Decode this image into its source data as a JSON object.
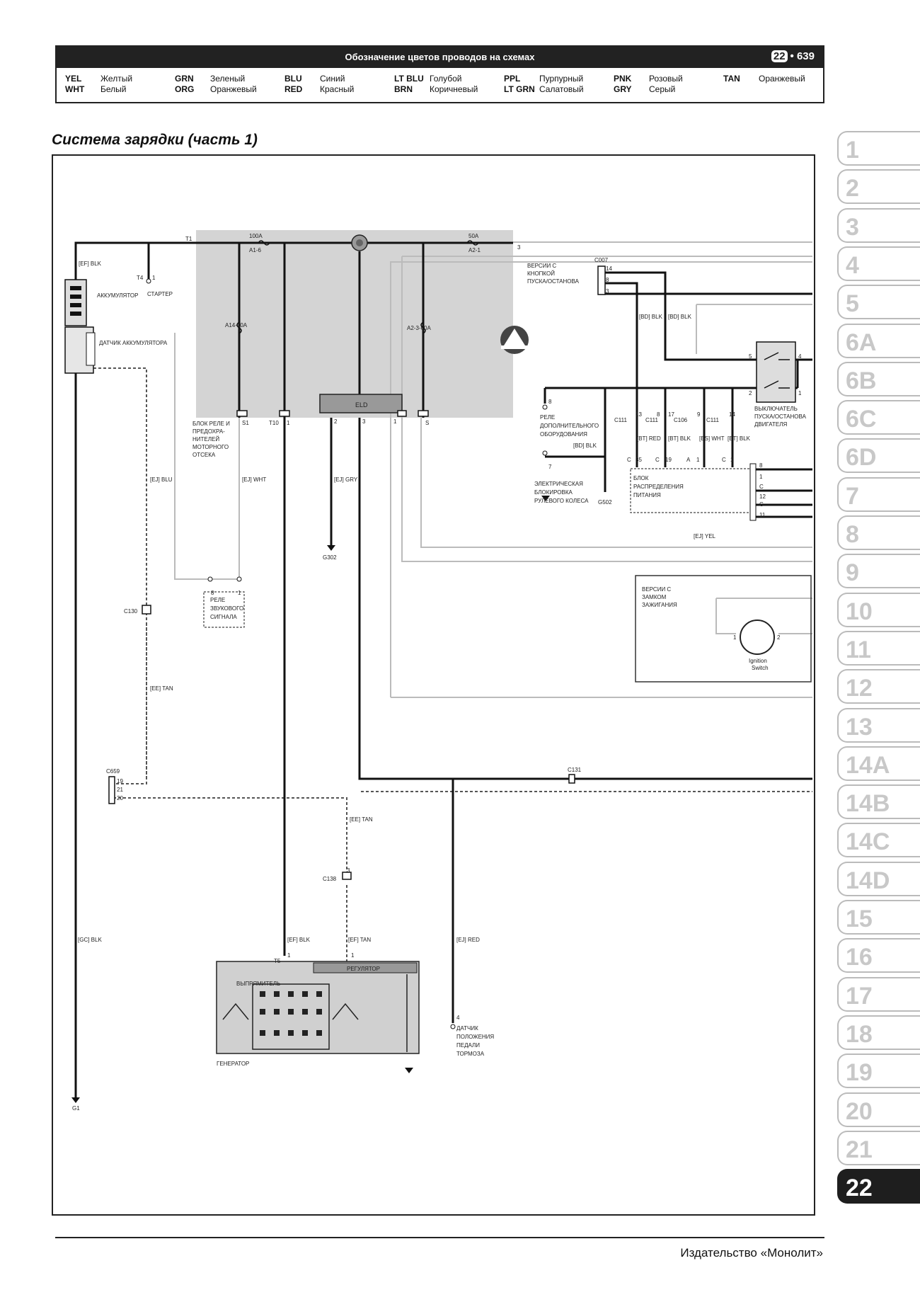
{
  "header": {
    "title": "Обозначение цветов проводов на схемах",
    "chapter": "22",
    "page": "639",
    "legend": [
      {
        "code": "YEL",
        "name": "Желтый"
      },
      {
        "code": "WHT",
        "name": "Белый"
      },
      {
        "code": "GRN",
        "name": "Зеленый"
      },
      {
        "code": "ORG",
        "name": "Оранжевый"
      },
      {
        "code": "BLU",
        "name": "Синий"
      },
      {
        "code": "RED",
        "name": "Красный"
      },
      {
        "code": "LT BLU",
        "name": "Голубой"
      },
      {
        "code": "BRN",
        "name": "Коричневый"
      },
      {
        "code": "PPL",
        "name": "Пурпурный"
      },
      {
        "code": "LT GRN",
        "name": "Салатовый"
      },
      {
        "code": "PNK",
        "name": "Розовый"
      },
      {
        "code": "GRY",
        "name": "Серый"
      },
      {
        "code": "TAN",
        "name": "Оранжевый"
      }
    ]
  },
  "section_title": "Система зарядки (часть 1)",
  "diagram": {
    "fuse_100": "100A",
    "fuse_100_id": "A1-6",
    "fuse_50": "50A",
    "fuse_50_id": "A2-1",
    "fuse_10": "A14-10A",
    "fuse_60": "A2-3-60A",
    "t1": "T1",
    "t1b": "3",
    "battery": "АККУМУЛЯТОР",
    "battery_sensor": "ДАТЧИК АККУМУЛЯТОРА",
    "batt_wire": "[EF] BLK",
    "starter_pin": "T4",
    "starter_pin2": "1",
    "starter": "СТАРТЕР",
    "relay_box": [
      "БЛОК РЕЛЕ И",
      "ПРЕДОХРА-",
      "НИТЕЛЕЙ",
      "МОТОРНОГО",
      "ОТСЕКА"
    ],
    "pin_s1": "S1",
    "pin_t10": "T10",
    "pin_t10b": "1",
    "pin_s": "S",
    "eld": "ELD",
    "eld_pins": [
      "2",
      "3",
      "1"
    ],
    "w_blu": "[EJ] BLU",
    "w_wht": "[EJ] WHT",
    "w_gry": "[EJ] GRY",
    "g302": "G302",
    "horn_relay": [
      "РЕЛЕ",
      "ЗВУКОВОГО",
      "СИГНАЛА"
    ],
    "horn_pins": [
      "8",
      "1"
    ],
    "c130": "C130",
    "w_tan1": "[EE] TAN",
    "c659": "C659",
    "c659_pins": [
      "19",
      "21",
      "20"
    ],
    "c138": "C138",
    "c138_pin": "3",
    "w_tan2": "[EE] TAN",
    "w_gc": "[GC] BLK",
    "g1": "G1",
    "t5": "T5",
    "t5_pin": "1",
    "w_ef_blk": "[EF] BLK",
    "w_ef_tan": "[EF] TAN",
    "reg_pin": "1",
    "generator": "ГЕНЕРАТОР",
    "rectifier": "ВЫПРЯМИТЕЛЬ",
    "regulator": "РЕГУЛЯТОР",
    "c131": "C131",
    "w_red": "[EJ] RED",
    "brake": [
      "ДАТЧИК",
      "ПОЛОЖЕНИЯ",
      "ПЕДАЛИ",
      "ТОРМОЗА"
    ],
    "brake_pin": "4",
    "version_button": [
      "ВЕРСИИ С",
      "КНОПКОЙ",
      "ПУСКА/ОСТАНОВА"
    ],
    "c007": "C007",
    "c007_pins": [
      "14",
      "8",
      "3"
    ],
    "w_bd_blk1": "[BD] BLK",
    "w_bd_blk2": "[BD] BLK",
    "switch_label": [
      "ВЫКЛЮЧАТЕЛЬ",
      "ПУСКА/ОСТАНОВА",
      "ДВИГАТЕЛЯ"
    ],
    "switch_pins": [
      "5",
      "4",
      "2",
      "1"
    ],
    "aux_relay": [
      "РЕЛЕ",
      "ДОПОЛНИТЕЛЬНОГО",
      "ОБОРУДОВАНИЯ"
    ],
    "aux_pin": "8",
    "w_bd_blk3": "[BD] BLK",
    "steer_lock": [
      "ЭЛЕКТРИЧЕСКАЯ",
      "БЛОКИРОВКА",
      "РУЛЕВОГО КОЛЕСА"
    ],
    "steer_pin": "7",
    "g502": "G502",
    "conns": [
      "C111",
      "C111",
      "C106",
      "C111"
    ],
    "conn_pins": [
      "13",
      "8",
      "17",
      "9",
      "14"
    ],
    "wires_mid": [
      "[BT] RED",
      "[BT] BLK",
      "[BS] WHT",
      "[BT] BLK"
    ],
    "pdb_pins": [
      "C",
      "35",
      "C",
      "19",
      "A",
      "1",
      "C",
      "1"
    ],
    "pdb_label": [
      "БЛОК",
      "РАСПРЕДЕЛЕНИЯ",
      "ПИТАНИЯ"
    ],
    "pdb_right": [
      "8",
      "1",
      "C",
      "12",
      "C",
      "11"
    ],
    "w_yel": "[EJ] YEL",
    "version_key": [
      "ВЕРСИИ С",
      "ЗАМКОМ",
      "ЗАЖИГАНИЯ"
    ],
    "ign_pins": [
      "1",
      "2"
    ],
    "ign_label": [
      "Ignition",
      "Switch"
    ]
  },
  "tabs": [
    "1",
    "2",
    "3",
    "4",
    "5",
    "6A",
    "6B",
    "6C",
    "6D",
    "7",
    "8",
    "9",
    "10",
    "11",
    "12",
    "13",
    "14A",
    "14B",
    "14C",
    "14D",
    "15",
    "16",
    "17",
    "18",
    "19",
    "20",
    "21",
    "22"
  ],
  "active_tab": "22",
  "footer": "Издательство «Монолит»"
}
